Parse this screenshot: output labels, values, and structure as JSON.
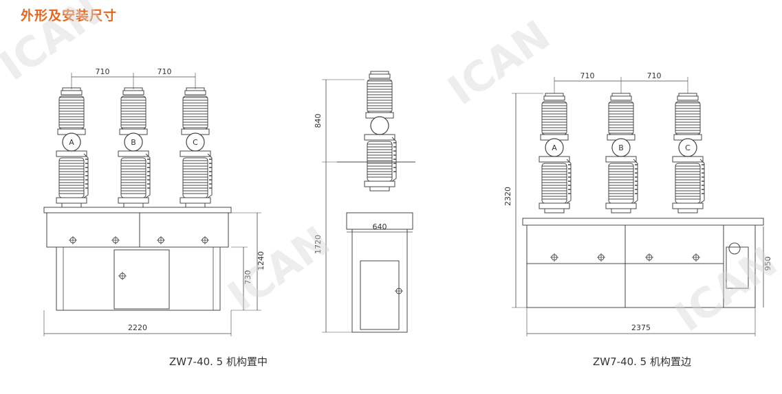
{
  "header": {
    "title": "外形及安装尺寸"
  },
  "colors": {
    "title": "#e8641b",
    "line": "#444444",
    "watermark": "#d6d6d6"
  },
  "watermark": {
    "logo": "ICAN"
  },
  "views": [
    {
      "caption": "ZW7-40. 5 机构置中",
      "dimensions": {
        "pitch_left": "710",
        "pitch_right": "710",
        "total_width": "2220",
        "height_total": "1240",
        "height_frame": "730"
      },
      "phases": [
        "A",
        "B",
        "C"
      ]
    },
    {
      "dimensions": {
        "bushing_height": "840",
        "base_height": "1720",
        "base_width": "640"
      }
    },
    {
      "caption": "ZW7-40. 5 机构置边",
      "dimensions": {
        "pitch_left": "710",
        "pitch_right": "710",
        "total_width": "2375",
        "height_total": "2320",
        "mechanism_height": "950"
      },
      "phases": [
        "A",
        "B",
        "C"
      ]
    }
  ]
}
